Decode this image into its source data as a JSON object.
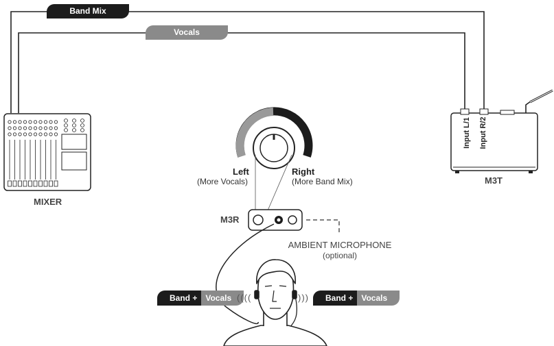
{
  "tags": {
    "band_mix": "Band Mix",
    "vocals": "Vocals"
  },
  "devices": {
    "mixer": "MIXER",
    "m3t": "M3T",
    "m3r": "M3R",
    "input_l1": "Input L/1",
    "input_r2": "Input R/2"
  },
  "knob": {
    "left_title": "Left",
    "left_sub": "(More Vocals)",
    "right_title": "Right",
    "right_sub": "(More Band Mix)"
  },
  "ambient": {
    "title": "AMBIENT MICROPHONE",
    "sub": "(optional)"
  },
  "monitor_left": {
    "band": "Band",
    "plus": "+",
    "vocals": "Vocals",
    "waves": "(((("
  },
  "monitor_right": {
    "band": "Band",
    "plus": "+",
    "vocals": "Vocals",
    "waves": ")))"
  },
  "colors": {
    "dark": "#1c1c1c",
    "grey": "#8a8a8a",
    "line": "#222222"
  }
}
